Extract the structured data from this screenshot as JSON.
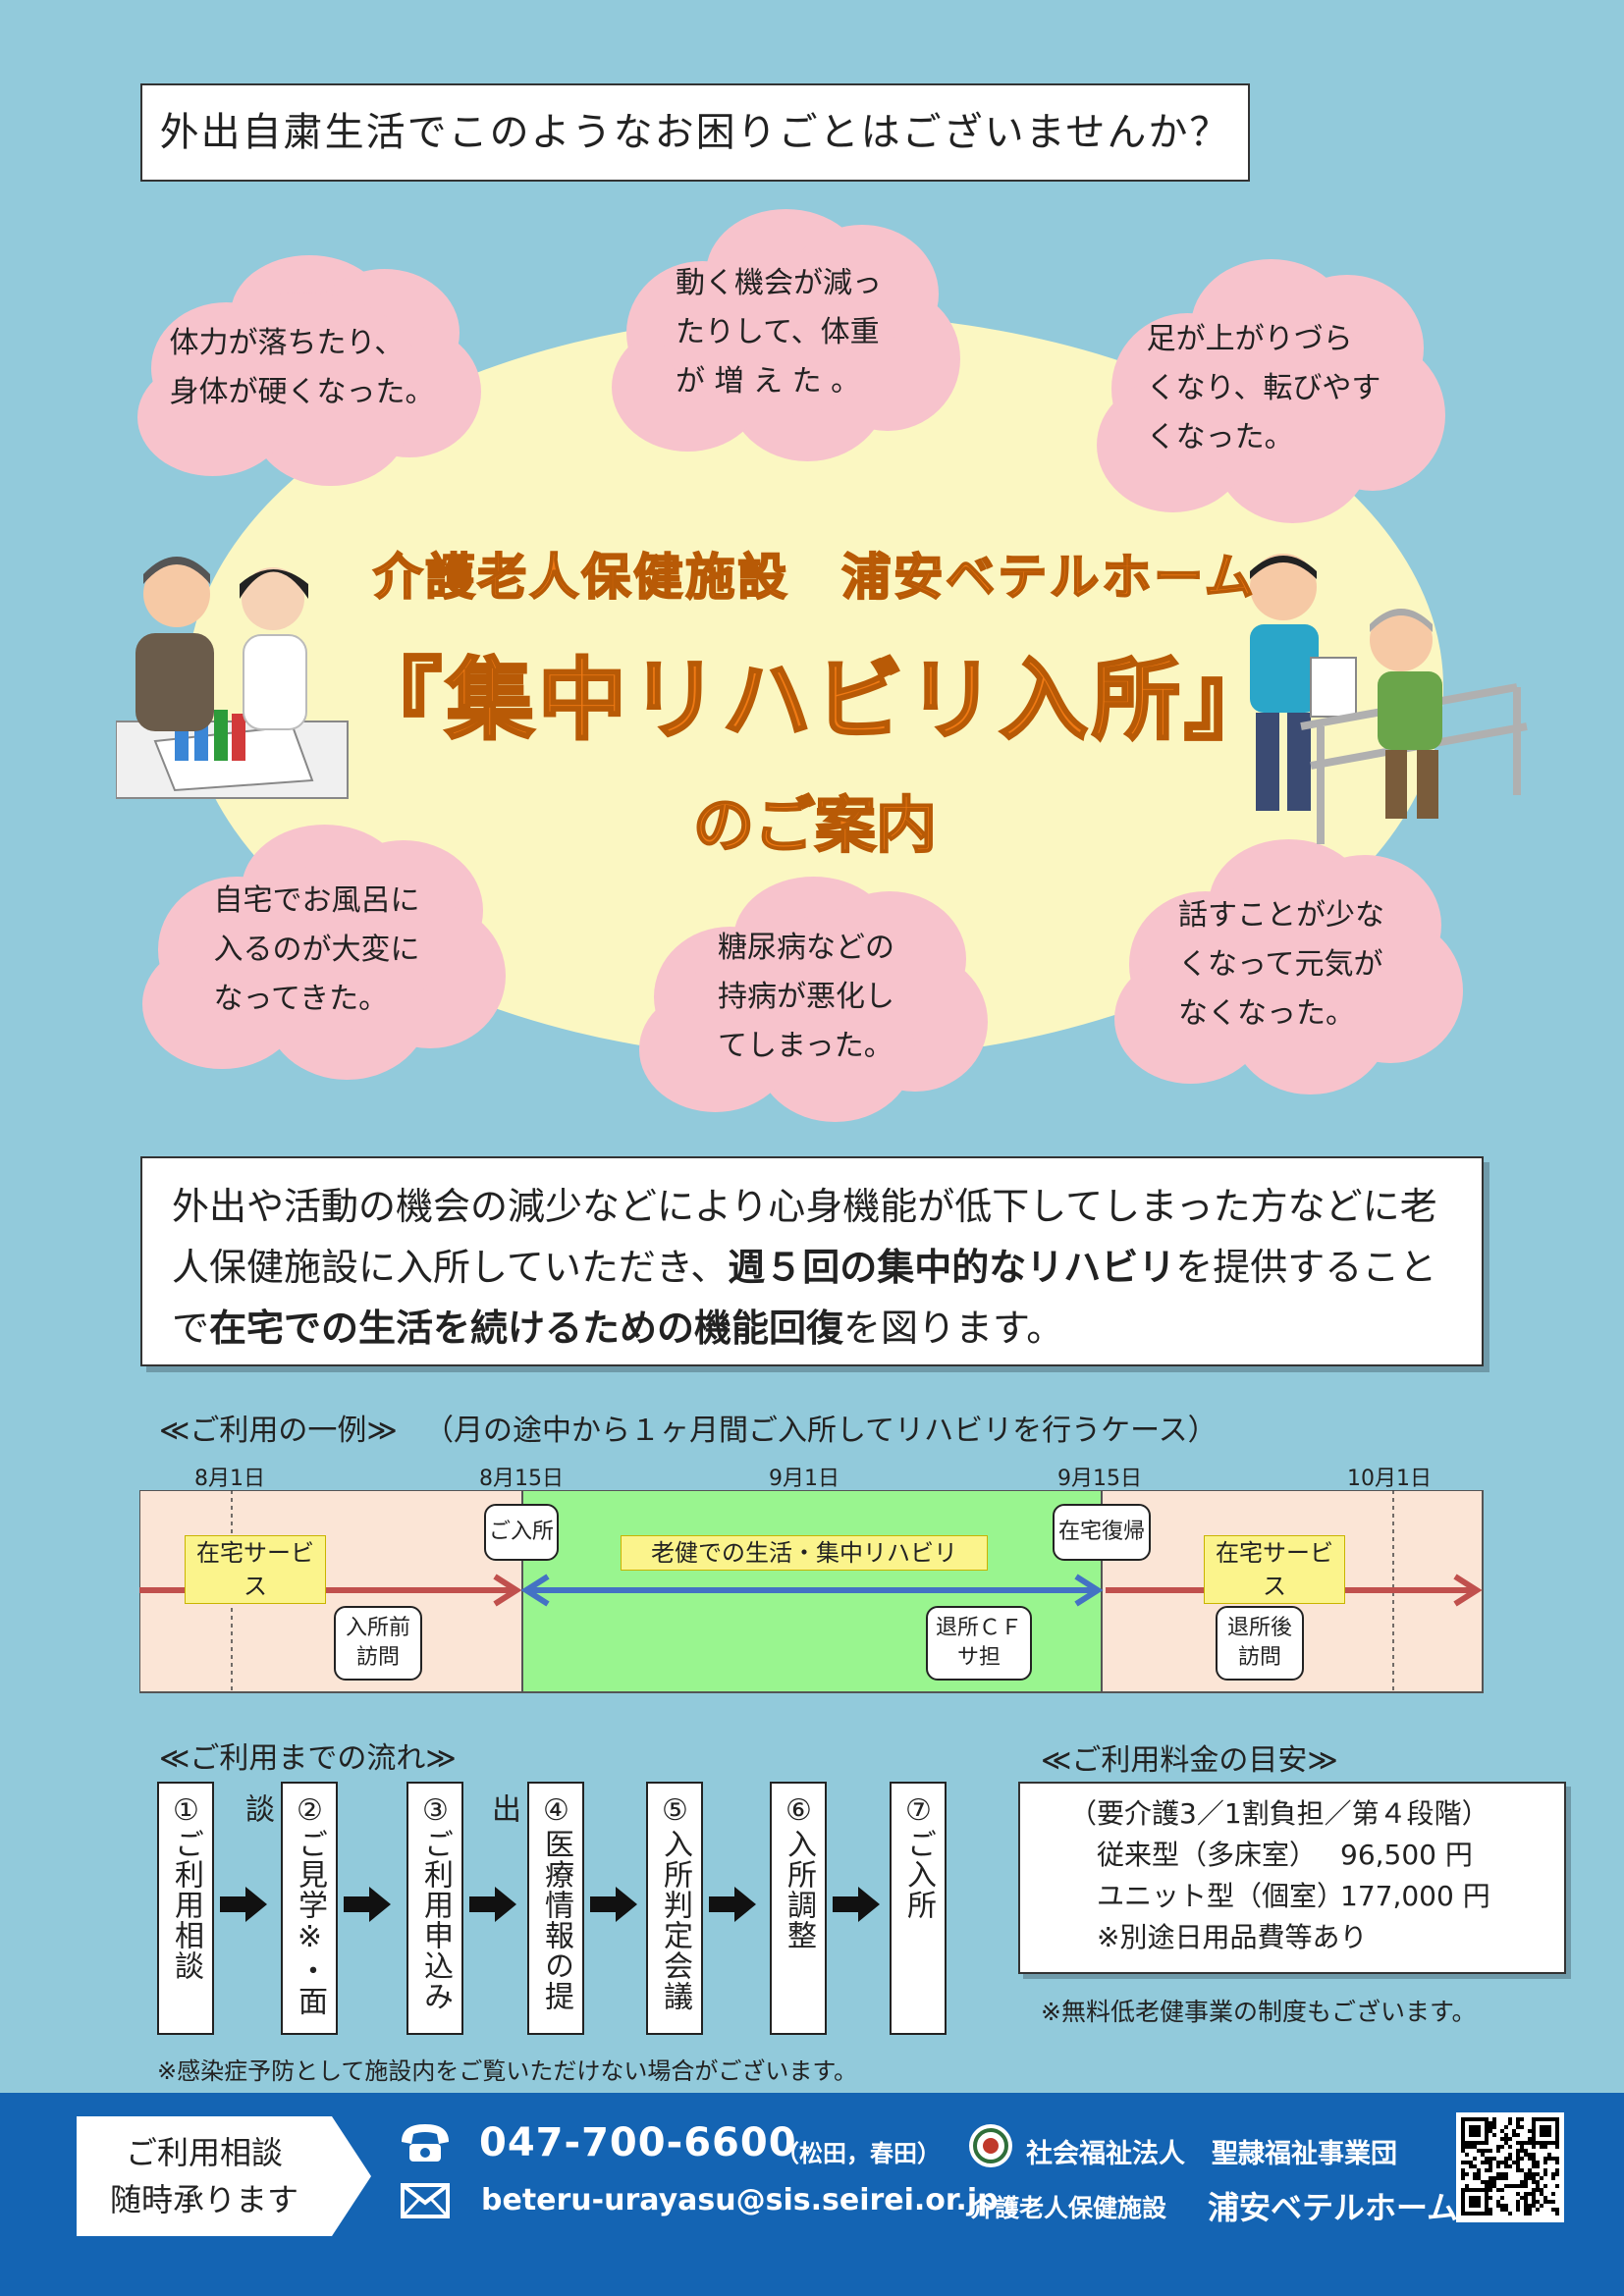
{
  "top_question": "外出自粛生活でこのようなお困りごとはございませんか？",
  "clouds": [
    "体力が落ちたり、\n身体が硬くなった。",
    "動く機会が減っ\nたりして、体重\nが 増 え た 。",
    "足が上がりづら\nくなり、転びやす\nくなった。",
    "自宅でお風呂に\n入るのが大変に\nなってきた。",
    "糖尿病などの\n持病が悪化し\nてしまった。",
    "話すことが少な\nくなって元気が\nなくなった。"
  ],
  "facility_line": "介護老人保健施設　浦安ベテルホーム",
  "main_title": "『集中リハビリ入所』",
  "sub_title": "のご案内",
  "description": {
    "part1": "外出や活動の機会の減少などにより心身機能が低下してしまった方などに老人保健施設に入所していただき、",
    "bold1": "週５回の集中的なリハビリ",
    "part2": "を提供することで",
    "bold2": "在宅での生活を続けるための機能回復",
    "part3": "を図ります。"
  },
  "example": {
    "title": "≪ご利用の一例≫",
    "subtitle": "（月の途中から１ヶ月間ご入所してリハビリを行うケース）",
    "dates": [
      "8月1日",
      "8月15日",
      "9月1日",
      "9月15日",
      "10月1日"
    ],
    "label_home_service": "在宅サービス",
    "label_center": "老健での生活・集中リハビリ",
    "box_admission": "ご入所",
    "box_return_home": "在宅復帰",
    "box_pre_visit": "入所前\n訪問",
    "box_discharge_cf": "退所ＣＦ\nサ担",
    "box_post_visit": "退所後\n訪問"
  },
  "flow": {
    "title": "≪ご利用までの流れ≫",
    "steps": [
      "①ご利用相談",
      "②ご見学※・面談",
      "③ご利用申込み",
      "④医療情報の提出",
      "⑤入所判定会議",
      "⑥入所調整",
      "⑦ご入所"
    ],
    "note": "※感染症予防として施設内をご覧いただけない場合がございます。"
  },
  "fee": {
    "title": "≪ご利用料金の目安≫",
    "condition": "（要介護3／1割負担／第４段階）",
    "rows": [
      {
        "type": "従来型（多床室）",
        "price": "96,500 円"
      },
      {
        "type": "ユニット型（個室）",
        "price": "177,000 円"
      }
    ],
    "note_inside": "※別途日用品費等あり",
    "note_outside": "※無料低老健事業の制度もございます。"
  },
  "footer": {
    "consult_line1": "ご利用相談",
    "consult_line2": "随時承ります",
    "phone": "047-700-6600",
    "phone_note": "（松田，春田）",
    "email": "beteru-urayasu@sis.seirei.or.jp",
    "org1": "社会福祉法人　聖隷福祉事業団",
    "org2_prefix": "介護老人保健施設",
    "org2_name": "浦安ベテルホーム"
  },
  "colors": {
    "background": "#92cadb",
    "cloud": "#f7c3cc",
    "ellipse": "#fbf7c2",
    "title_orange": "#f07a14",
    "footer_blue": "#1464b3",
    "timeline_green": "#99f58f",
    "timeline_peach": "#fbe5d6",
    "arrow_red": "#c0504d",
    "arrow_blue": "#4472c4"
  }
}
